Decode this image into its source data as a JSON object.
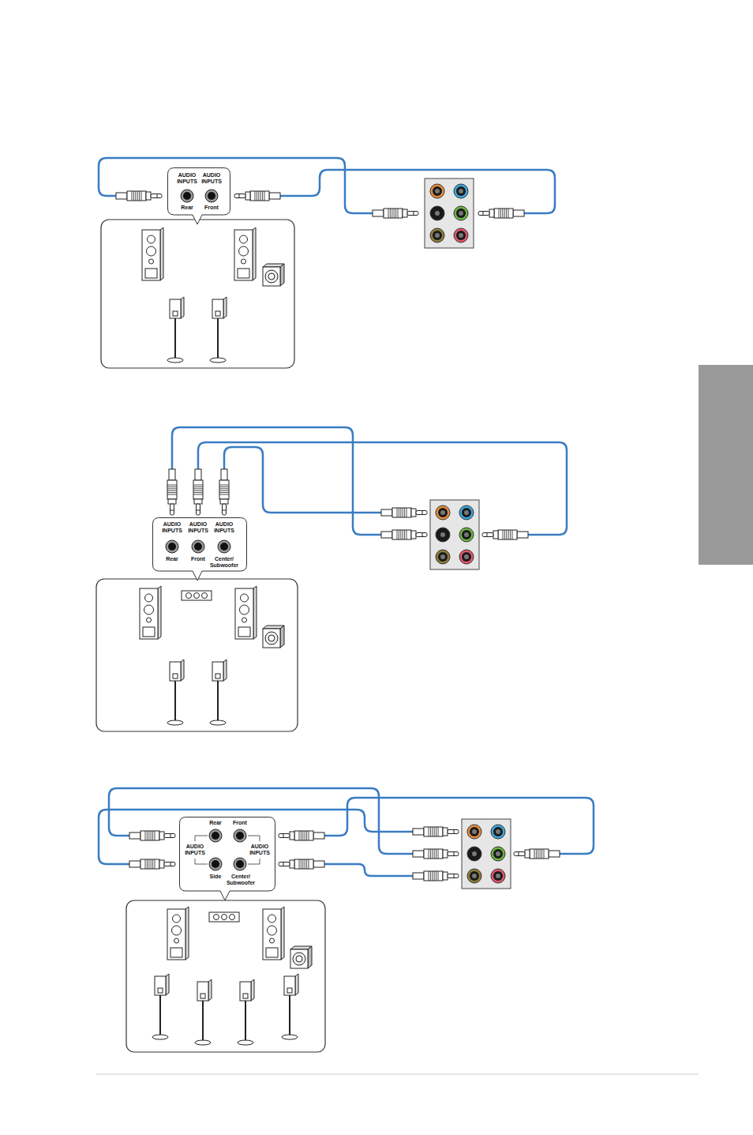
{
  "diagram": {
    "nodes": [
      {
        "text": [
          "AUDIO INPUTS",
          "AUDIO INPUTS",
          "Rear",
          "Front"
        ]
      },
      {
        "text": [
          "AUDIO INPUTS",
          "AUDIO INPUTS",
          "AUDIO INPUTS",
          "Rear",
          "Front",
          "Center/ Subwoofer"
        ]
      },
      {
        "text": [
          "Rear",
          "Front",
          "AUDIO INPUTS",
          "AUDIO INPUTS",
          "Side",
          "Center/ Subwoofer"
        ]
      }
    ]
  }
}
